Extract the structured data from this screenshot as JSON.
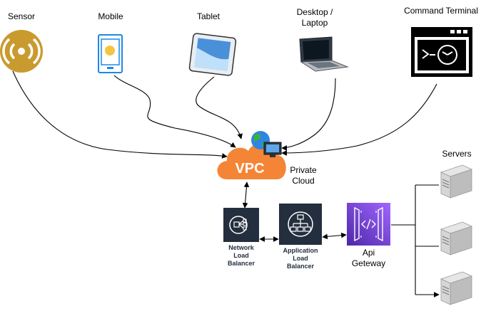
{
  "devices": {
    "sensor": "Sensor",
    "mobile": "Mobile",
    "tablet": "Tablet",
    "desktop_line1": "Desktop /",
    "desktop_line2": "Laptop",
    "terminal": "Command Terminal"
  },
  "cloud": {
    "vpc": "VPC",
    "label_line1": "Private",
    "label_line2": "Cloud"
  },
  "network_lb": {
    "line1": "Network",
    "line2": "Load",
    "line3": "Balancer"
  },
  "application_lb": {
    "line1": "Application",
    "line2": "Load",
    "line3": "Balancer"
  },
  "api_gateway": {
    "line1": "Api",
    "line2": "Geteway"
  },
  "servers": {
    "label": "Servers"
  },
  "colors": {
    "sensor_gold": "#C99A2E",
    "mobile_blue": "#1E88E5",
    "vpc_orange": "#F58536",
    "aws_dark": "#232F3E",
    "api_purple": "#8C4FFF",
    "server_gray": "#C7C7C7"
  }
}
